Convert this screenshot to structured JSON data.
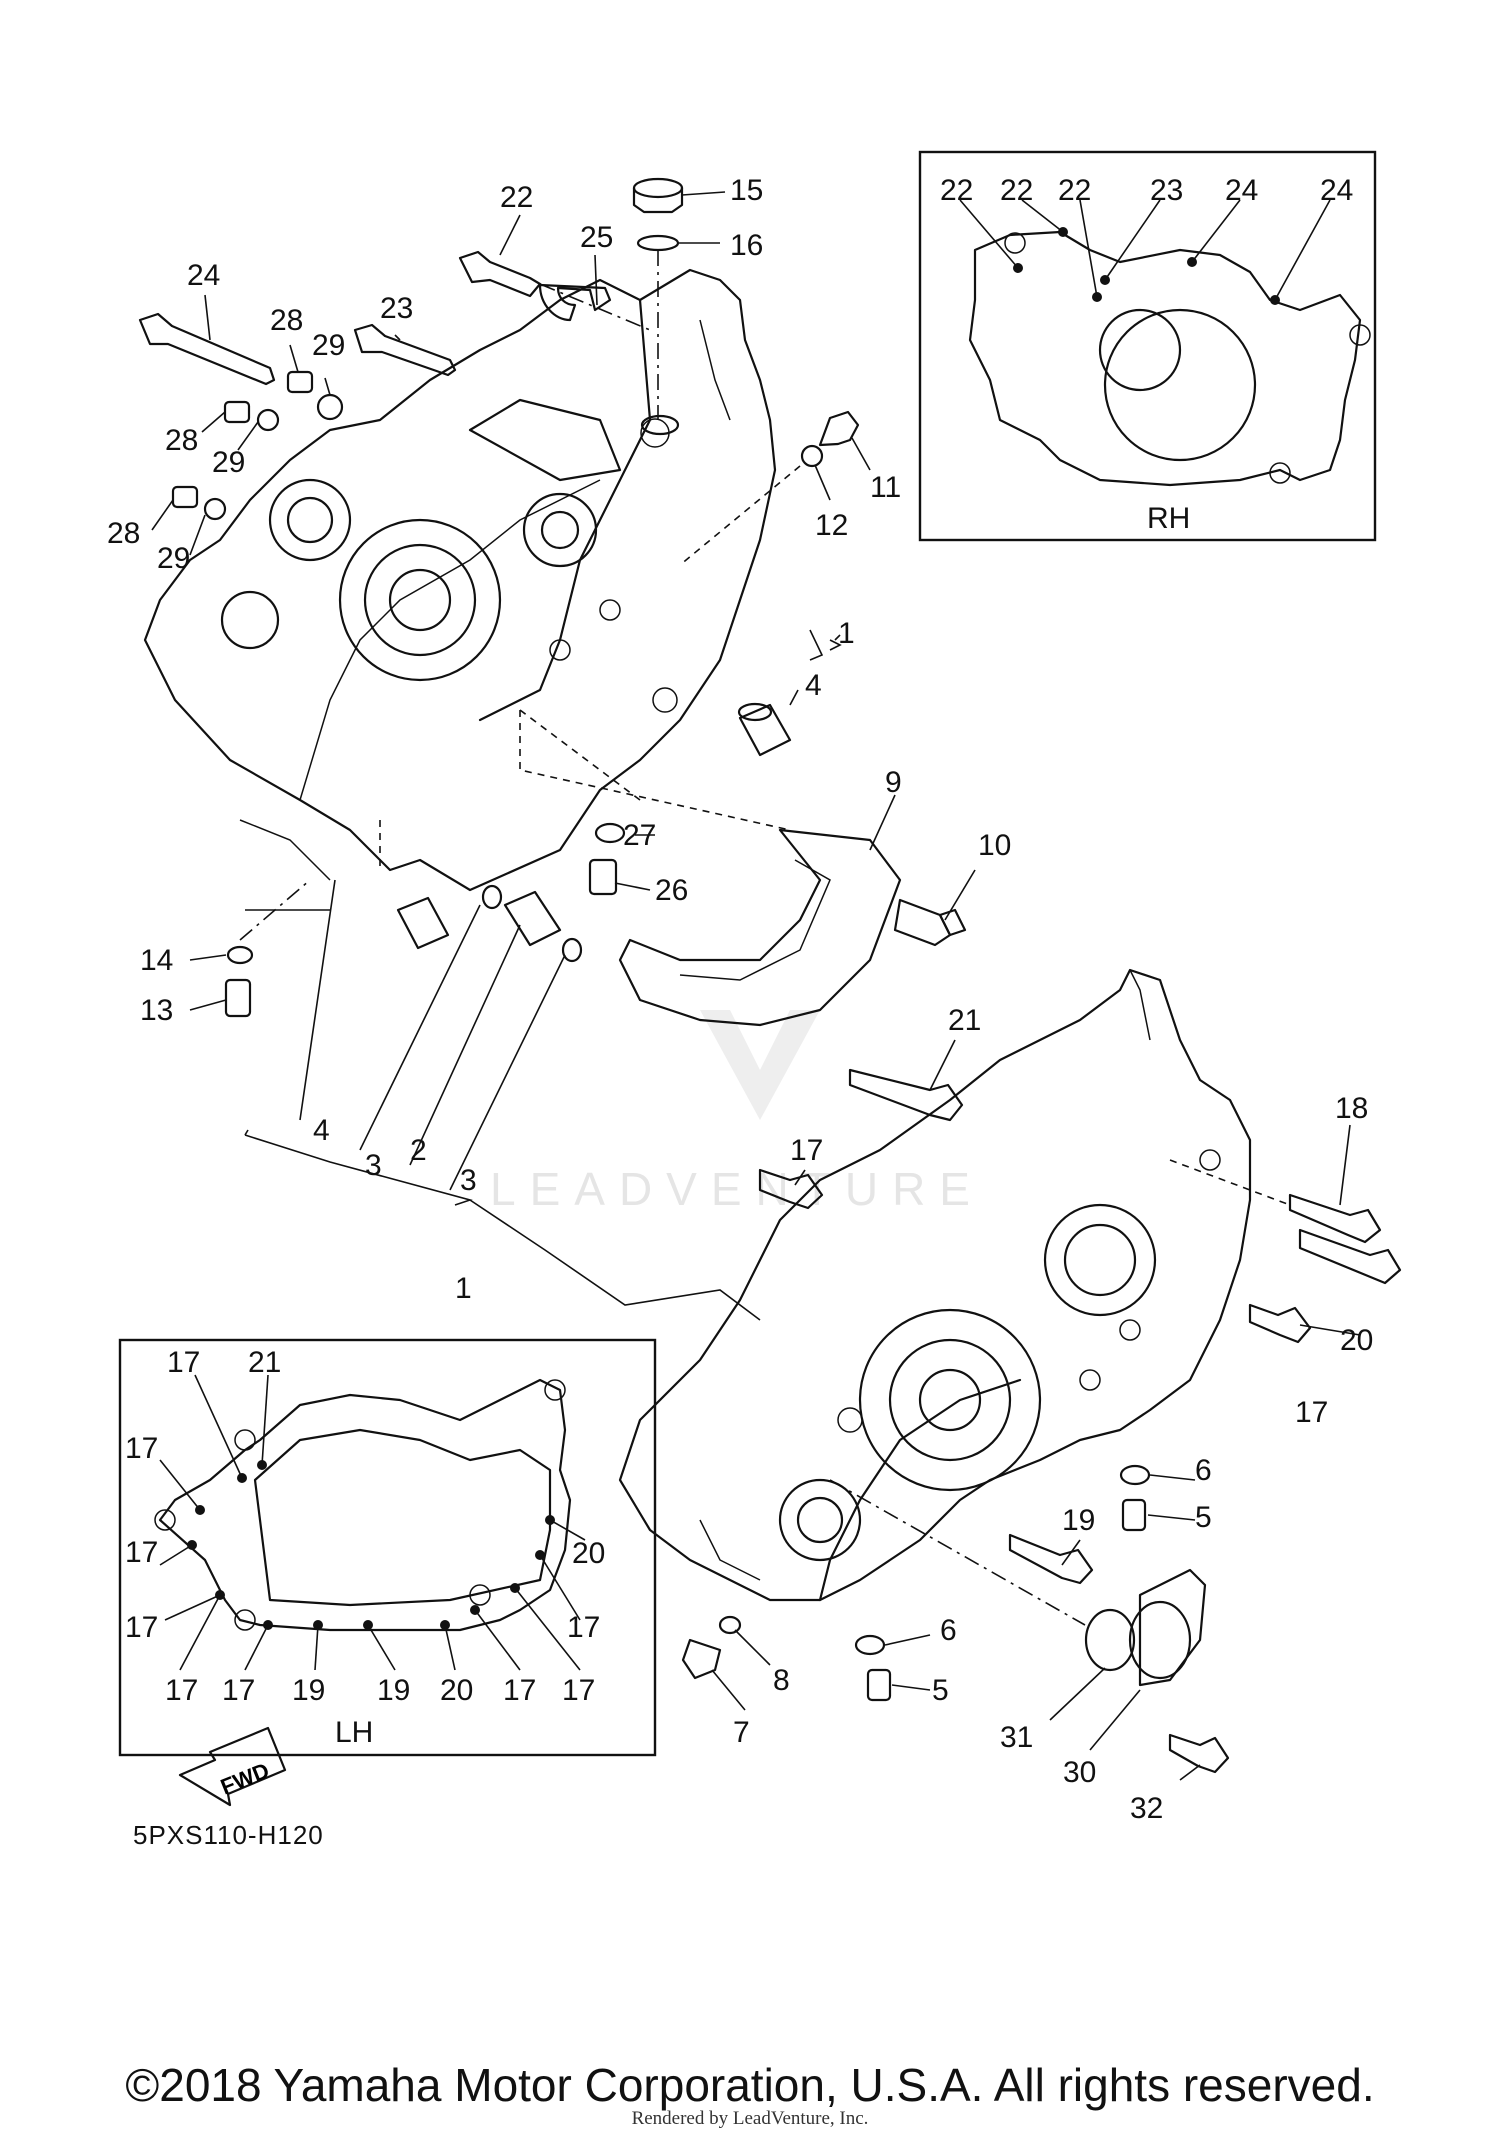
{
  "callouts": {
    "c1": "1",
    "c2": "2",
    "c3": "3",
    "c4": "4",
    "c5": "5",
    "c6": "6",
    "c7": "7",
    "c8": "8",
    "c9": "9",
    "c10": "10",
    "c11": "11",
    "c12": "12",
    "c13": "13",
    "c14": "14",
    "c15": "15",
    "c16": "16",
    "c17": "17",
    "c18": "18",
    "c19": "19",
    "c20": "20",
    "c21": "21",
    "c22": "22",
    "c23": "23",
    "c24": "24",
    "c25": "25",
    "c26": "26",
    "c27": "27",
    "c28": "28",
    "c29": "29",
    "c30": "30",
    "c31": "31",
    "c32": "32"
  },
  "insets": {
    "rh_label": "RH",
    "lh_label": "LH"
  },
  "fwd_label": "FWD",
  "diagram_code": "5PXS110-H120",
  "watermark": "LEADVENTURE",
  "copyright": "©2018 Yamaha Motor Corporation, U.S.A. All rights reserved.",
  "rendered_by": "Rendered by LeadVenture, Inc."
}
